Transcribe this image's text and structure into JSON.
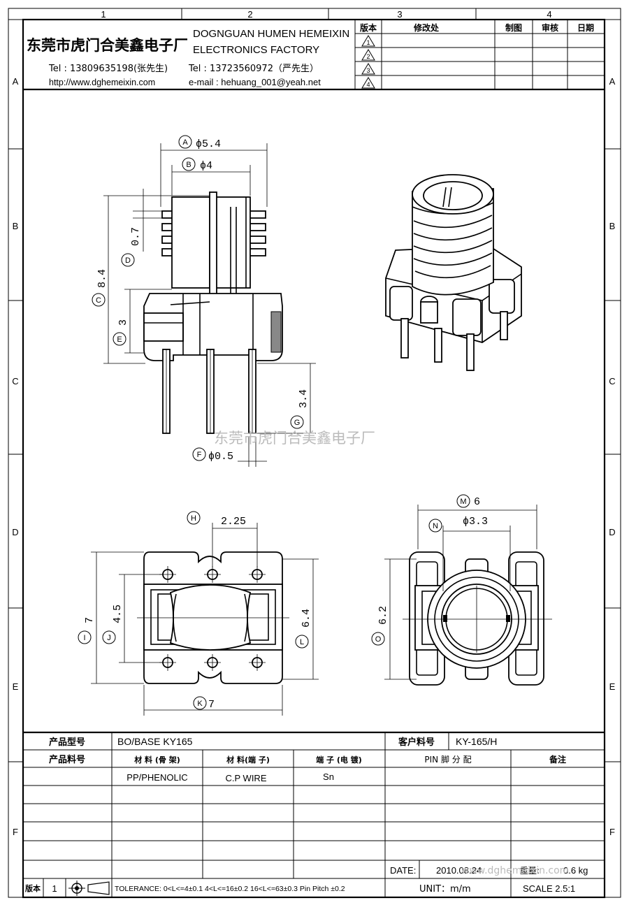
{
  "grid": {
    "columns": [
      "1",
      "2",
      "3",
      "4"
    ],
    "rows": [
      "A",
      "B",
      "C",
      "D",
      "E",
      "F"
    ]
  },
  "company": {
    "name_cn": "东莞市虎门合美鑫电子厂",
    "name_en_1": "DOGNGUAN HUMEN HEMEIXIN",
    "name_en_2": "ELECTRONICS FACTORY",
    "tel_1": "Tel : 13809635198(张先生)",
    "tel_2": "Tel  : 13723560972（严先生）",
    "website": "http://www.dghemeixin.com",
    "email": "e-mail : hehuang_001@yeah.net"
  },
  "revision_table": {
    "headers": [
      "版本",
      "修改处",
      "制图",
      "审核",
      "日期"
    ],
    "revisions": [
      "1",
      "2",
      "3",
      "4"
    ]
  },
  "drawing": {
    "dims": {
      "A": "ϕ5.4",
      "B": "ϕ4",
      "C": "8.4",
      "D": "0.7",
      "E": "3",
      "F": "ϕ0.5",
      "G": "3.4",
      "H": "2.25",
      "I": "7",
      "J": "4.5",
      "K": "7",
      "L": "6.4",
      "M": "6",
      "N": "ϕ3.3",
      "O": "6.2"
    },
    "watermark": "东莞市虎门合美鑫电子厂"
  },
  "title_block": {
    "product_model_label": "产品型号",
    "product_model_value": "BO/BASE KY165",
    "customer_part_label": "客户料号",
    "customer_part_value": "KY-165/H",
    "product_part_label": "产品料号",
    "material_bobbin_label": "材 料 (骨 架)",
    "material_pin_label": "材 料(端 子)",
    "terminal_plating_label": "端 子 (电 镀)",
    "pin_assign_label": "PIN 脚 分 配",
    "remarks_label": "备注",
    "material_bobbin_value": "PP/PHENOLIC",
    "material_pin_value": "C.P WIRE",
    "terminal_plating_value": "Sn",
    "date_label": "DATE:",
    "date_value": "2010.08.24",
    "weight_label": "重量:",
    "weight_value": "0.6 kg",
    "version_label": "版本",
    "version_value": "1",
    "tolerance": "TOLERANCE:  0<L<=4±0.1  4<L<=16±0.2  16<L<=63±0.3  Pin Pitch  ±0.2",
    "unit": "UNIT：m/m",
    "scale": "SCALE  2.5:1",
    "watermark": "www.dghemeixin.com"
  }
}
